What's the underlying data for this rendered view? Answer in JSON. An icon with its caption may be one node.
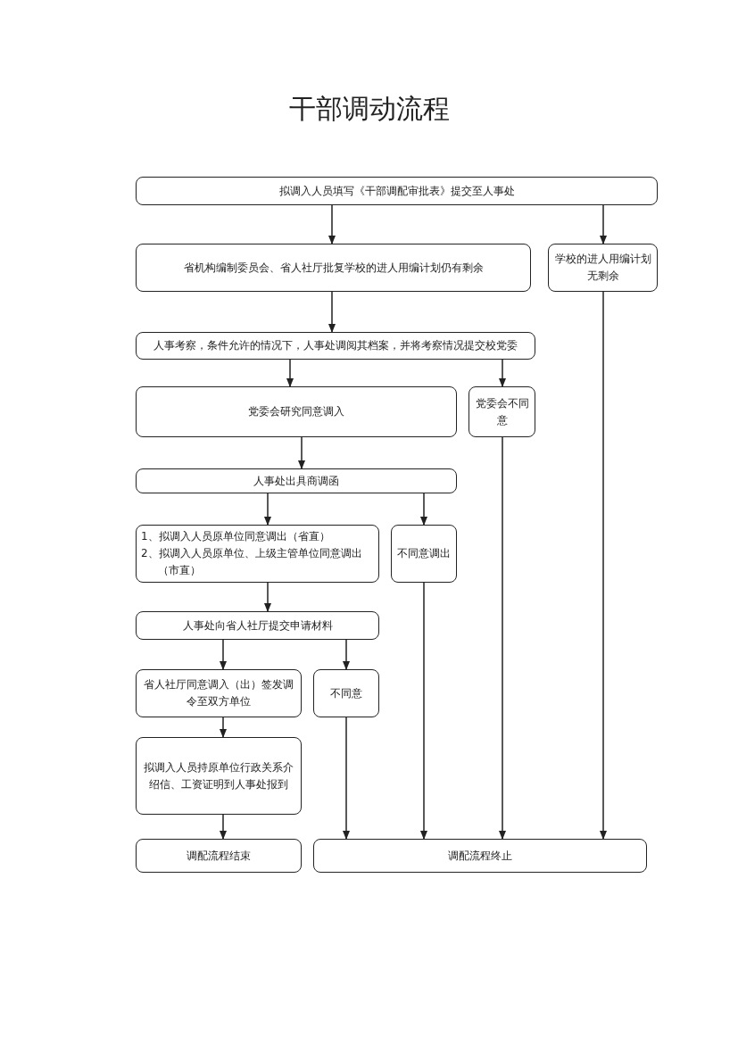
{
  "diagram": {
    "title": "干部调动流程",
    "nodes": [
      {
        "text": [
          "拟调入人员填写《干部调配审批表》提交至人事处"
        ]
      },
      {
        "text": [
          "省机构编制委员会、省人社厅批复学校的进人用编计划仍有剩余"
        ]
      },
      {
        "text": [
          "学校的进人用编计划无剩余"
        ]
      },
      {
        "text": [
          "人事考察，条件允许的情况下，人事处调阅其档案，并将考察情况提交校党委"
        ]
      },
      {
        "text": [
          "党委会研究同意调入"
        ]
      },
      {
        "text": [
          "党委会不同意"
        ]
      },
      {
        "text": [
          "人事处出具商调函"
        ]
      },
      {
        "text": [
          "1、拟调入人员原单位同意调出（省直）",
          "2、拟调入人员原单位、上级主管单位同意调出（市直）"
        ]
      },
      {
        "text": [
          "不同意调出"
        ]
      },
      {
        "text": [
          "人事处向省人社厅提交申请材料"
        ]
      },
      {
        "text": [
          "省人社厅同意调入（出）签发调令至双方单位"
        ]
      },
      {
        "text": [
          "不同意"
        ]
      },
      {
        "text": [
          "拟调入人员持原单位行政关系介绍信、工资证明到人事处报到"
        ]
      },
      {
        "text": [
          "调配流程结束"
        ]
      },
      {
        "text": [
          "调配流程终止"
        ]
      }
    ],
    "edges": [
      {
        "from": 0,
        "to": 1,
        "arrow": "to"
      },
      {
        "from": 0,
        "to": 2,
        "arrow": "to"
      },
      {
        "from": 1,
        "to": 3,
        "arrow": "to"
      },
      {
        "from": 3,
        "to": 4,
        "arrow": "to"
      },
      {
        "from": 3,
        "to": 5,
        "arrow": "to"
      },
      {
        "from": 4,
        "to": 6,
        "arrow": "to"
      },
      {
        "from": 6,
        "to": 7,
        "arrow": "to"
      },
      {
        "from": 6,
        "to": 8,
        "arrow": "to"
      },
      {
        "from": 7,
        "to": 9,
        "arrow": "to"
      },
      {
        "from": 9,
        "to": 10,
        "arrow": "to"
      },
      {
        "from": 9,
        "to": 11,
        "arrow": "to"
      },
      {
        "from": 10,
        "to": 12,
        "arrow": "to"
      },
      {
        "from": 12,
        "to": 13,
        "arrow": "to"
      },
      {
        "from": 11,
        "to": 14,
        "arrow": "to"
      },
      {
        "from": 8,
        "to": 14,
        "arrow": "to"
      },
      {
        "from": 5,
        "to": 14,
        "arrow": "to"
      },
      {
        "from": 2,
        "to": 14,
        "arrow": "to"
      }
    ]
  }
}
